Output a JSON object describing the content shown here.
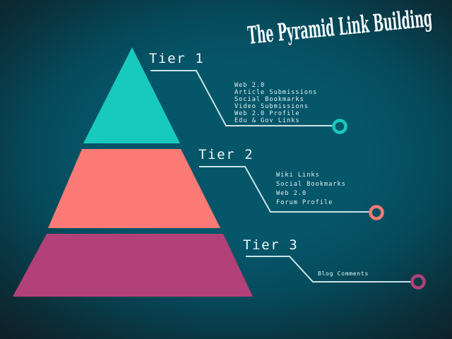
{
  "title": "The Pyramid Link Building",
  "colors": {
    "background_center": "#06566a",
    "background_edge": "#101f28",
    "tier1": "#18c9bd",
    "tier2": "#fc7a75",
    "tier3": "#b24179",
    "connector_line": "#c9e4e8",
    "text": "#e2f3f5",
    "title_text": "#f4fbfc",
    "tier_gap": "#0b3a46"
  },
  "tiers": [
    {
      "label": "Tier 1",
      "color": "#18c9bd",
      "marker": "circle-outline",
      "items": [
        "Web 2.0",
        "Article Submissions",
        "Social Bookmarks",
        "Video Submissions",
        "Web 2.0 Profile",
        "Edu & Gov Links"
      ]
    },
    {
      "label": "Tier 2",
      "color": "#fc7a75",
      "marker": "circle-outline",
      "items": [
        "Wiki Links",
        "Social Bookmarks",
        "Web 2.0",
        "Forum Profile"
      ]
    },
    {
      "label": "Tier 3",
      "color": "#b24179",
      "marker": "circle-outline",
      "items": [
        "Blog Comments"
      ]
    }
  ]
}
